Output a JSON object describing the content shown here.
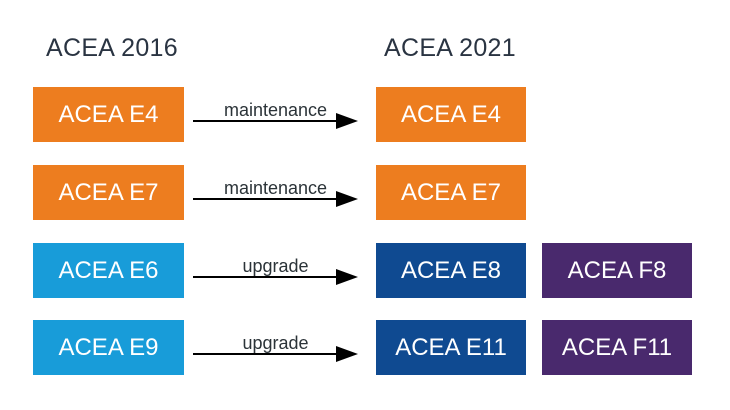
{
  "headers": {
    "col_2016": "ACEA 2016",
    "col_2021": "ACEA 2021"
  },
  "rows": [
    {
      "source": "ACEA E4",
      "relation": "maintenance",
      "target": "ACEA E4"
    },
    {
      "source": "ACEA E7",
      "relation": "maintenance",
      "target": "ACEA E7"
    },
    {
      "source": "ACEA E6",
      "relation": "upgrade",
      "target": "ACEA E8",
      "extra_target": "ACEA F8"
    },
    {
      "source": "ACEA E9",
      "relation": "upgrade",
      "target": "ACEA E11",
      "extra_target": "ACEA F11"
    }
  ],
  "colors": {
    "orange": "#ed7d1f",
    "light-blue": "#189cd9",
    "dark-blue": "#0f4a91",
    "purple": "#49296d",
    "heading-text": "#2a3442",
    "label-text": "#2b3338",
    "box-text": "#ffffff",
    "arrow": "#000000"
  }
}
